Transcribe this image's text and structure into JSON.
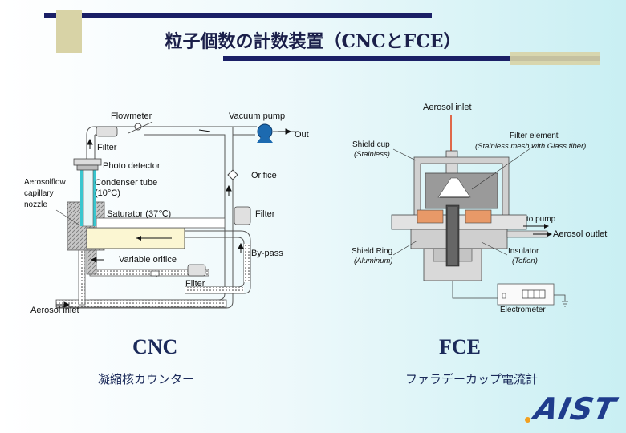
{
  "title": "粒子個数の計数装置（CNCとFCE）",
  "cnc": {
    "name": "CNC",
    "name_ja": "凝縮核カウンター",
    "labels": {
      "flowmeter": "Flowmeter",
      "vacuum_pump": "Vacuum pump",
      "out": "Out",
      "filter_top": "Filter",
      "photo_detector": "Photo detector",
      "orifice": "Orifice",
      "aerosolflow": "Aerosolflow",
      "capillary": "capillary",
      "nozzle": "nozzle",
      "condenser_tube": "Condenser tube",
      "condenser_temp": "(10°C)",
      "saturator": "Saturator (37℃)",
      "filter_right": "Filter",
      "by_pass": "By-pass",
      "variable_orifice": "Variable orifice",
      "filter_bottom": "Filter",
      "aerosol_inlet": "Aerosol inlet"
    }
  },
  "fce": {
    "name": "FCE",
    "name_ja": "ファラデーカップ電流計",
    "labels": {
      "aerosol_inlet": "Aerosol inlet",
      "filter_element": "Filter element",
      "filter_element_note": "(Stainless mesh with Glass fiber)",
      "shield_cup": "Shield cup",
      "shield_cup_note": "(Stainless)",
      "to_pump": "to pump",
      "aerosol_outlet": "Aerosol outlet",
      "shield_ring": "Shield Ring",
      "shield_ring_note": "(Aluminum)",
      "insulator": "Insulator",
      "insulator_note": "(Teflon)",
      "electrometer": "Electrometer"
    }
  },
  "logo": {
    "text": "AIST"
  },
  "colors": {
    "title_bar": "#1a1f66",
    "accent_block": "#d8d3a6",
    "copper": "#e89968",
    "inlet_arrow": "#e03a10",
    "logo_blue": "#1f3c8c"
  }
}
